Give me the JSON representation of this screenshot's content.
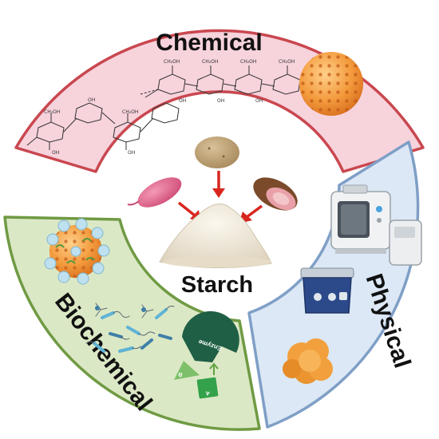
{
  "diagram": {
    "center_label": "Starch",
    "sectors": [
      {
        "id": "chemical",
        "label": "Chemical",
        "fill": "#f7d3dc",
        "stroke": "#c9474f"
      },
      {
        "id": "physical",
        "label": "Physical",
        "fill": "#dce8f5",
        "stroke": "#7f9fc6"
      },
      {
        "id": "biochemical",
        "label": "Biochemical",
        "fill": "#dbe8c5",
        "stroke": "#6f9a43"
      }
    ],
    "molecule_groups": [
      "CH₂OH",
      "OH"
    ],
    "enzyme_label": "Enzyme",
    "glucose_labels": [
      "B",
      "A"
    ]
  }
}
